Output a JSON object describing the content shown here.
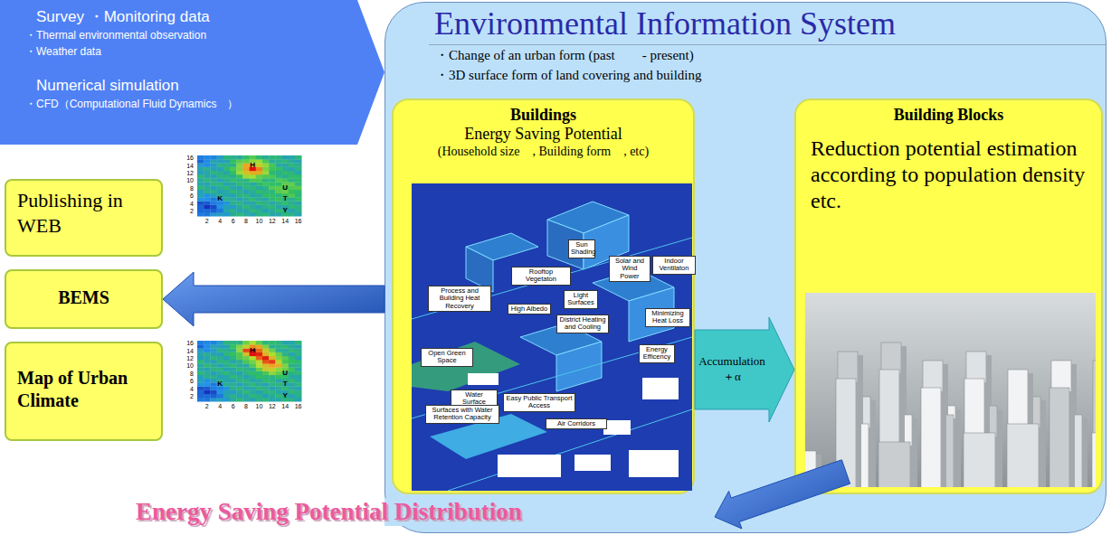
{
  "diagram": {
    "nodes": [
      {
        "text": [
          "Survey ・Monitoring data",
          "・Thermal environmental observation",
          "・Weather data",
          "Numerical simulation",
          "・CFD（Computational Fluid Dynamics　）"
        ]
      },
      {
        "text": [
          "Publishing in WEB"
        ]
      },
      {
        "text": [
          "BEMS"
        ]
      },
      {
        "text": [
          "Map of Urban Climate"
        ]
      },
      {
        "text": [
          "Environmental Information System",
          "・Change of an urban form (past　　- present)",
          "・3D surface form of land covering and building"
        ]
      },
      {
        "text": [
          "Buildings",
          "Energy Saving Potential",
          "(Household size　, Building form　, etc)"
        ],
        "in": 4
      },
      {
        "text": [
          "Sun Shading"
        ],
        "in": 5
      },
      {
        "text": [
          "Solar and Wind Power"
        ],
        "in": 5
      },
      {
        "text": [
          "Indoor Ventilaton"
        ],
        "in": 5
      },
      {
        "text": [
          "Rooftop Vegetaton"
        ],
        "in": 5
      },
      {
        "text": [
          "Process and Building Heat Recovery"
        ],
        "in": 5
      },
      {
        "text": [
          "Light Surfaces"
        ],
        "in": 5
      },
      {
        "text": [
          "High Albedo"
        ],
        "in": 5
      },
      {
        "text": [
          "District Heating and Cooling"
        ],
        "in": 5
      },
      {
        "text": [
          "Minimizing Heat Loss"
        ],
        "in": 5
      },
      {
        "text": [
          "Energy Efficency"
        ],
        "in": 5
      },
      {
        "text": [
          "Open Green Space"
        ],
        "in": 5
      },
      {
        "text": [
          "Water Surface"
        ],
        "in": 5
      },
      {
        "text": [
          "Easy Public Transport Access"
        ],
        "in": 5
      },
      {
        "text": [
          "Surfaces with Water Retention Capacity"
        ],
        "in": 5
      },
      {
        "text": [
          "Air Corridors"
        ],
        "in": 5
      },
      {
        "text": [
          "Building Blocks",
          "Reduction potential estimation according to population density etc."
        ],
        "in": 4
      }
    ],
    "edges": [
      {
        "from": 0,
        "to": 4,
        "arrow": "to"
      },
      {
        "from": 4,
        "to": 2,
        "arrow": "to"
      },
      {
        "from": 5,
        "to": 21,
        "arrow": "to",
        "label": "Accumulation ＋α"
      }
    ],
    "labels": [
      "16",
      "14",
      "12",
      "10",
      "8",
      "6",
      "4",
      "2",
      "2",
      "4",
      "6",
      "8",
      "10",
      "12",
      "14",
      "16",
      "H",
      "K",
      "U",
      "T",
      "Y",
      "16",
      "14",
      "12",
      "10",
      "8",
      "6",
      "4",
      "2",
      "2",
      "4",
      "6",
      "8",
      "10",
      "12",
      "14",
      "16",
      "H",
      "K",
      "U",
      "T",
      "Y",
      "Energy Saving Potential Distribution"
    ]
  }
}
